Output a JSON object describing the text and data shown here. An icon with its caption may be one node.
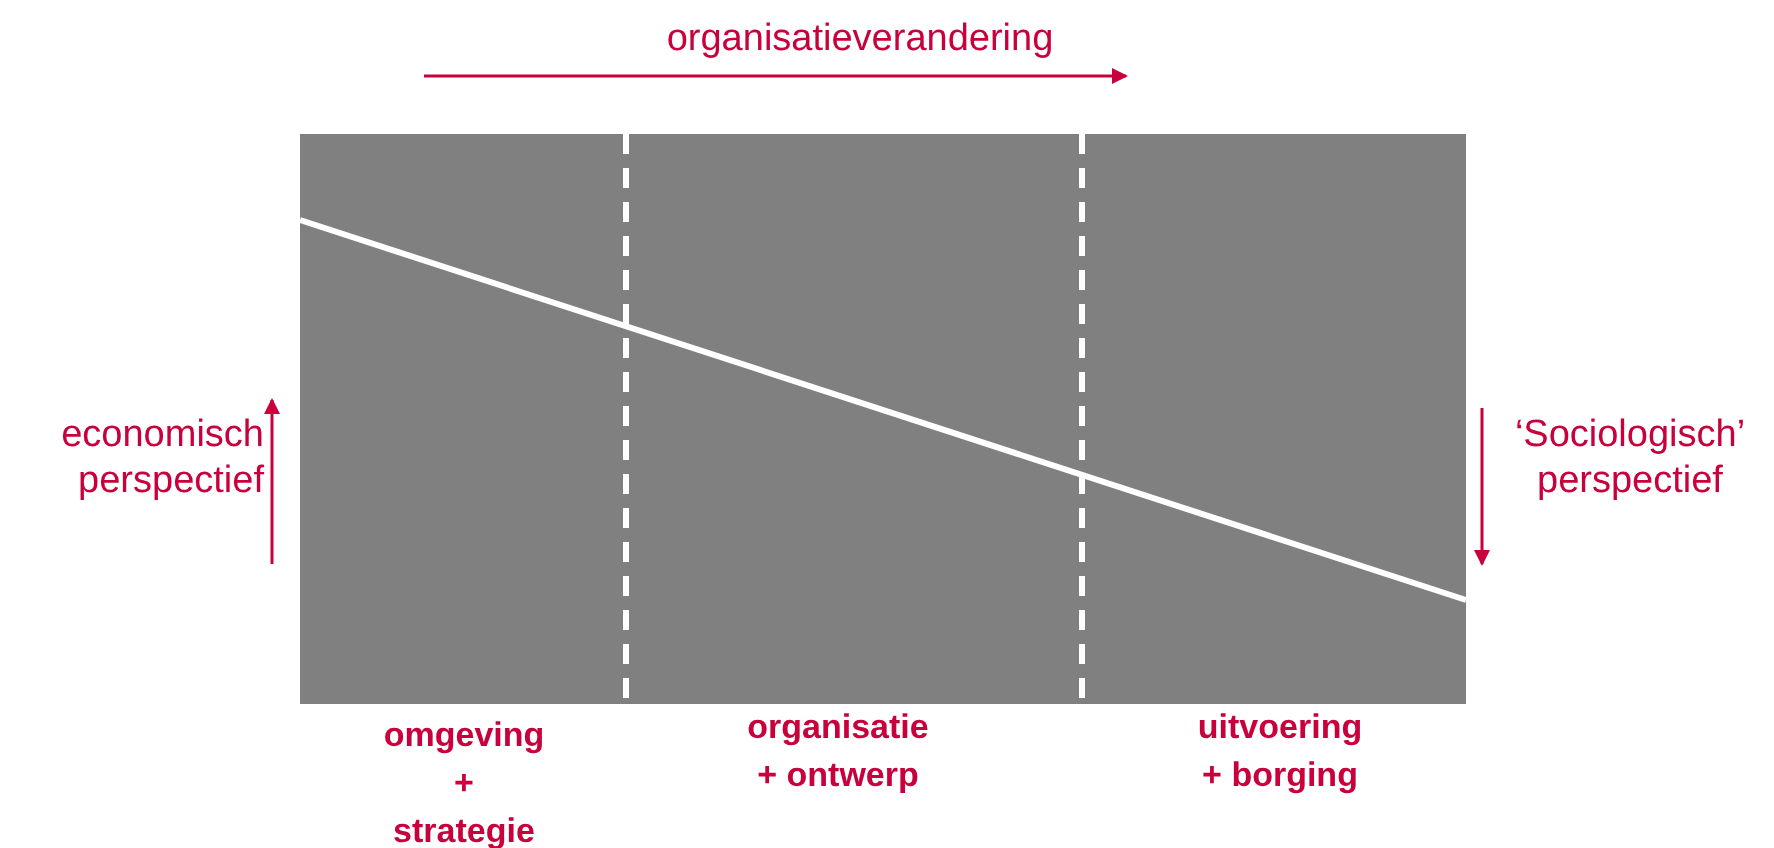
{
  "diagram": {
    "labels": [
      "organisatieverandering",
      "economisch perspectief",
      "‘Sociologisch’ perspectief",
      "omgeving + strategie",
      "organisatie + ontwerp",
      "uitvoering + borging"
    ]
  }
}
